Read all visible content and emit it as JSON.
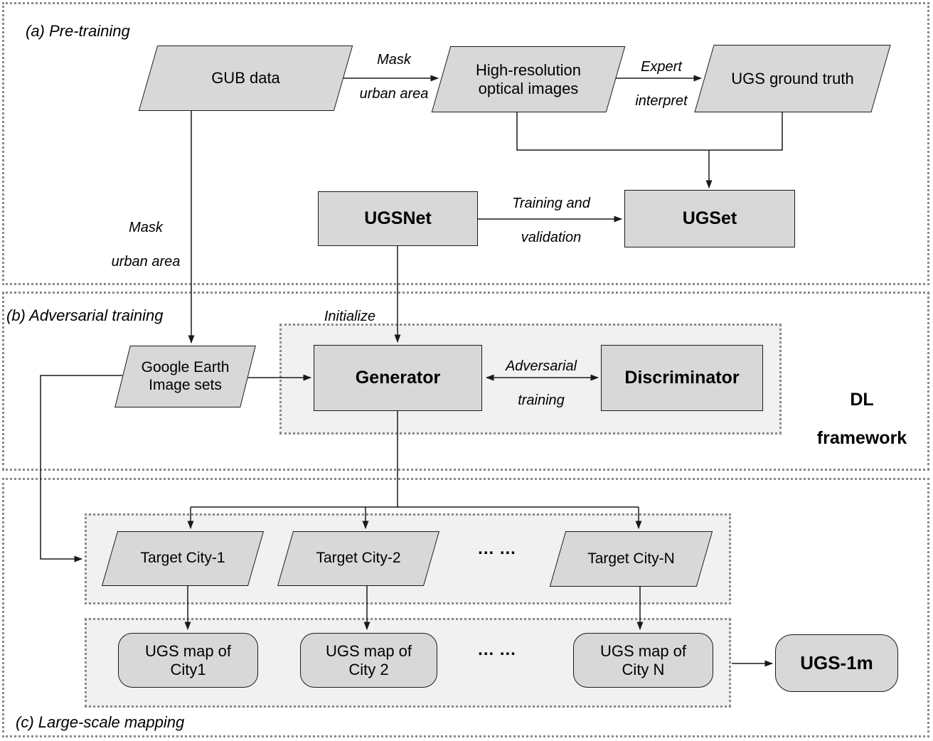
{
  "title": "UGS mapping framework diagram",
  "colors": {
    "node_fill": "#d8d8d8",
    "node_border": "#1a1a1a",
    "container_fill": "#f1f1f1",
    "container_border": "#8a8a8a",
    "section_border": "#8a8a8a",
    "background": "#ffffff",
    "text": "#000000",
    "connector": "#1a1a1a"
  },
  "sections": {
    "a": {
      "label": "(a) Pre-training"
    },
    "b": {
      "label": "(b) Adversarial training"
    },
    "c": {
      "label": "(c) Large-scale mapping"
    }
  },
  "nodes": {
    "gub_data": {
      "label": "GUB data"
    },
    "high_res_images": {
      "line1": "High-resolution",
      "line2": "optical images"
    },
    "ugs_ground_truth": {
      "label": "UGS ground truth"
    },
    "ugsnet": {
      "label": "UGSNet"
    },
    "ugset": {
      "label": "UGSet"
    },
    "google_earth": {
      "line1": "Google Earth",
      "line2": "Image sets"
    },
    "generator": {
      "label": "Generator"
    },
    "discriminator": {
      "label": "Discriminator"
    },
    "target_city_1": {
      "label": "Target City-1"
    },
    "target_city_2": {
      "label": "Target City-2"
    },
    "target_city_n": {
      "label": "Target City-N"
    },
    "ugs_map_city_1": {
      "line1": "UGS map of",
      "line2": "City1"
    },
    "ugs_map_city_2": {
      "line1": "UGS map of",
      "line2": "City 2"
    },
    "ugs_map_city_n": {
      "line1": "UGS map of",
      "line2": "City N"
    },
    "ugs_1m": {
      "label": "UGS-1m"
    }
  },
  "edge_labels": {
    "mask_urban_area_top": {
      "line1": "Mask",
      "line2": "urban area"
    },
    "expert_interpret": {
      "line1": "Expert",
      "line2": "interpret"
    },
    "mask_urban_area_left": {
      "line1": "Mask",
      "line2": "urban area"
    },
    "training_validation": {
      "line1": "Training and",
      "line2": "validation"
    },
    "initialize": {
      "label": "Initialize"
    },
    "adversarial_training": {
      "line1": "Adversarial",
      "line2": "training"
    },
    "dl_framework": {
      "line1": "DL",
      "line2": "framework"
    },
    "ellipsis_top": "... ...",
    "ellipsis_bottom": "... ..."
  }
}
